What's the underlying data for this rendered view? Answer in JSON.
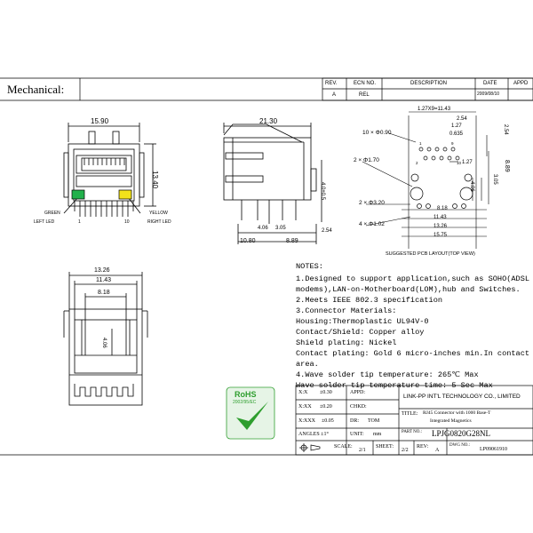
{
  "title": "Mechanical:",
  "revision_table": {
    "headers": [
      "REV.",
      "ECN NO.",
      "DESCRIPTION",
      "DATE",
      "APPD"
    ],
    "row": [
      "A",
      "REL",
      "",
      "2009/08/10",
      ""
    ]
  },
  "front_view": {
    "dims": [
      "15.90",
      "13.40"
    ],
    "labels": [
      "GREEN",
      "LEFT LED",
      "YELLOW",
      "RIGHT LED",
      "1",
      "10"
    ],
    "colors": {
      "left_led": "#22b14c",
      "right_led": "#f2e21a"
    }
  },
  "side_view": {
    "dims": [
      "21.30",
      "4.0±0.5",
      "4.06",
      "3.05",
      "10.80",
      "8.89",
      "2.54"
    ]
  },
  "pcb_layout": {
    "dims": [
      "1.27X9=11.43",
      "2.54",
      "1.27",
      "0.635",
      "2.54",
      "8.89",
      "1.27",
      "4.06",
      "3.05",
      "8.18",
      "11.43",
      "13.26",
      "15.75"
    ],
    "callouts": [
      "10 × Φ0.90",
      "2 × Φ1.70",
      "2 × Φ3.20",
      "4 × Φ1.02"
    ],
    "pin_labels": [
      "1",
      "2",
      "9",
      "10"
    ],
    "caption": "SUGGESTED PCB LAYOUT(TOP VIEW)"
  },
  "bottom_view": {
    "dims": [
      "13.26",
      "11.43",
      "8.18",
      "4.06"
    ]
  },
  "notes": {
    "heading": "NOTES:",
    "lines": [
      "1.Designed to support application,such as SOHO(ADSL",
      "  modems),LAN-on-Motherboard(LOM),hub and Switches.",
      "2.Meets IEEE 802.3 specification",
      "3.Connector Materials:",
      "  Housing:Thermoplastic UL94V-0",
      "  Contact/Shield: Copper alloy",
      "  Shield plating: Nickel",
      "  Contact plating: Gold 6 micro-inches min.In contact",
      "                   area.",
      "4.Wave solder tip temperature: 265℃ Max",
      "  Wave solder tip temperature time: 5 Sec Max"
    ]
  },
  "rohs": {
    "title": "RoHS",
    "subtitle": "2002/95/EC"
  },
  "title_block": {
    "tol1": "X:X",
    "tol1v": "±0.30",
    "tol2": "X:XX",
    "tol2v": "±0.20",
    "tol3": "X:XXX",
    "tol3v": "±0.05",
    "angles": "ANGLES ±1°",
    "appd": "APPD:",
    "chkd": "CHKD:",
    "dr": "DR:",
    "dr_v": "TOM",
    "unit": "UNIT:",
    "unit_v": "mm",
    "scale": "SCALE:",
    "scale_v": "2/1",
    "sheet": "SHEET:",
    "sheet_v": "2/2",
    "rev": "REV:",
    "rev_v": "A",
    "company": "LINK-PP INT'L TECHNOLOGY CO., LIMITED",
    "title_label": "TITLE:",
    "title_v1": "RJ45 Connector with 1000 Base-T",
    "title_v2": "Integrated Magnetics",
    "part_label": "PART NO.:",
    "part_v": "LPJG0820G28NL",
    "dwg_label": "DWG NO.:",
    "dwg_v": "LP09061910"
  }
}
